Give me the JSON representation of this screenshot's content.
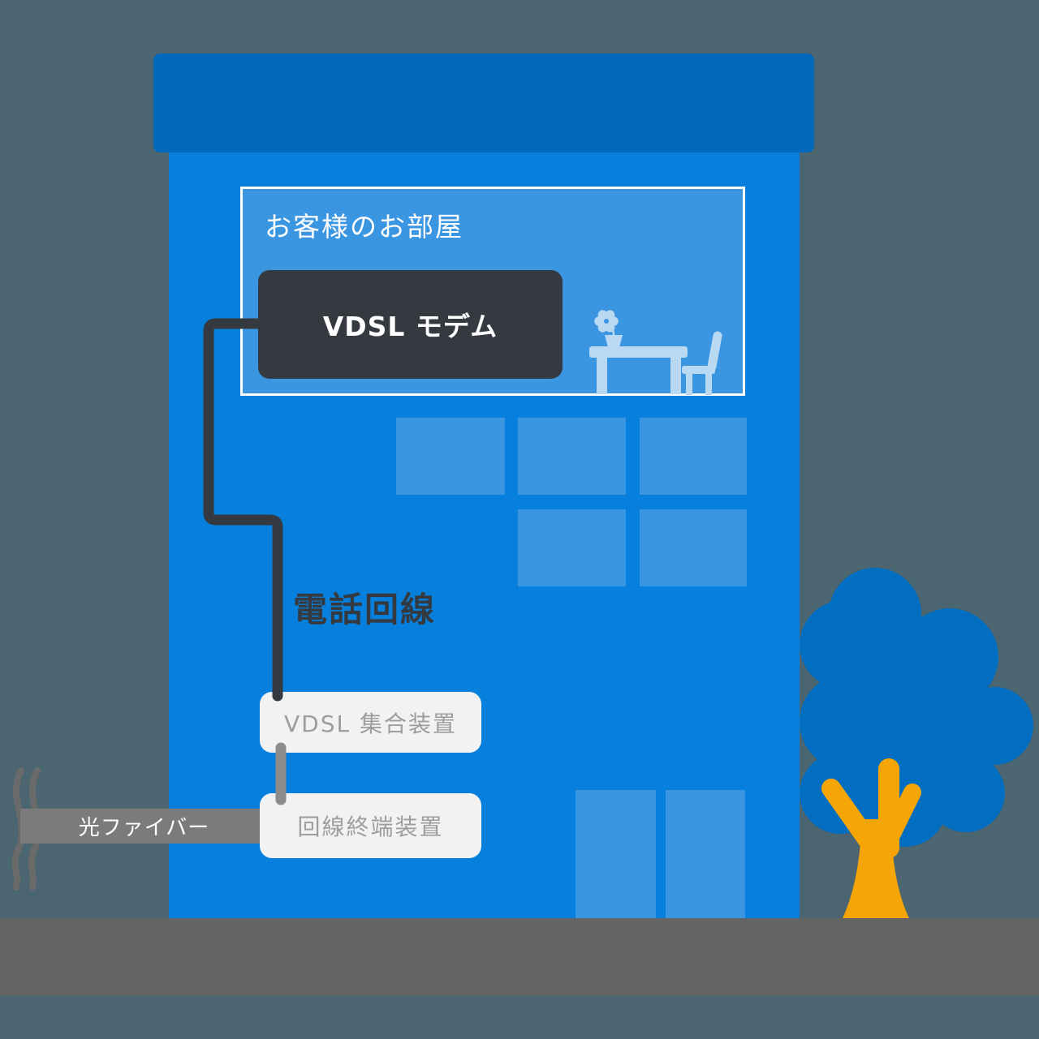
{
  "illustration": {
    "room": {
      "label": "お客様のお部屋"
    },
    "modem": {
      "label": "VDSL モデム"
    },
    "phone_line": {
      "label": "電話回線"
    },
    "aggregator": {
      "label": "VDSL 集合装置"
    },
    "terminal": {
      "label": "回線終端装置"
    },
    "fiber": {
      "label": "光ファイバー"
    }
  },
  "colors": {
    "background": "#4C6671",
    "roof": "#0169BB",
    "building": "#0780DD",
    "room_interior": "#3B96E2",
    "window": "#3B96E2",
    "device_dark": "#343A40",
    "cable_dark": "#343A40",
    "furniture_light": "#B9D9F3",
    "label_box_bg": "#F2F2F2",
    "label_box_text": "#9D9D9D",
    "fiber_bar": "#7B7B7B",
    "fiber_squiggle": "#6A6A6A",
    "connector_gray": "#8C8C8C",
    "ground": "#646464",
    "tree_foliage": "#016EC2",
    "tree_trunk": "#F5A506",
    "white": "#FFFFFF"
  }
}
